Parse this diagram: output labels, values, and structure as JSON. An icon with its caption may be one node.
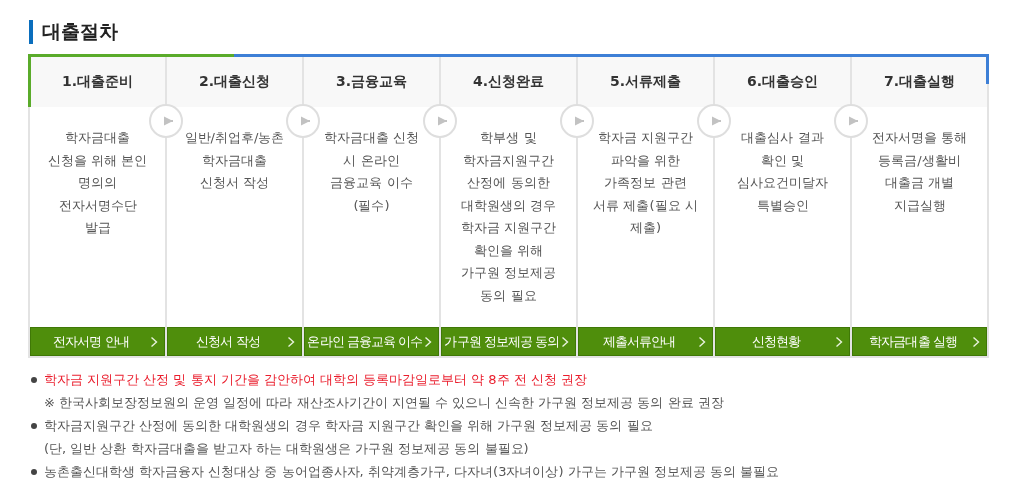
{
  "diagram": {
    "title": "대출절차",
    "nodes": [
      {
        "text": [
          "1.대출준비",
          "학자금대출 신청을 위해 본인 명의의 전자서명수단 발급"
        ]
      },
      {
        "text": [
          "전자서명 안내"
        ],
        "in": 0
      },
      {
        "text": [
          "2.대출신청",
          "일반/취업후/농촌 학자금대출 신청서 작성"
        ]
      },
      {
        "text": [
          "신청서 작성"
        ],
        "in": 2
      },
      {
        "text": [
          "3.금융교육",
          "학자금대출 신청 시 온라인 금융교육 이수 (필수)"
        ]
      },
      {
        "text": [
          "온라인 금융교육 이수"
        ],
        "in": 4
      },
      {
        "text": [
          "4.신청완료",
          "학부생 및 학자금지원구간 산정에 동의한 대학원생의 경우 학자금 지원구간 확인을 위해 가구원 정보제공 동의 필요"
        ]
      },
      {
        "text": [
          "가구원 정보제공 동의"
        ],
        "in": 6
      },
      {
        "text": [
          "5.서류제출",
          "학자금 지원구간 파악을 위한 가족정보 관련 서류 제출(필요 시 제출)"
        ]
      },
      {
        "text": [
          "제출서류안내"
        ],
        "in": 8
      },
      {
        "text": [
          "6.대출승인",
          "대출심사 결과 확인 및 심사요건미달자 특별승인"
        ]
      },
      {
        "text": [
          "신청현황"
        ],
        "in": 10
      },
      {
        "text": [
          "7.대출실행",
          "전자서명을 통해 등록금/생활비 대출금 개별 지급실행"
        ]
      },
      {
        "text": [
          "학자금대출 실행"
        ],
        "in": 12
      }
    ],
    "edges": [
      {
        "from": 0,
        "to": 2,
        "arrow": "to"
      },
      {
        "from": 2,
        "to": 4,
        "arrow": "to"
      },
      {
        "from": 4,
        "to": 6,
        "arrow": "to"
      },
      {
        "from": 6,
        "to": 8,
        "arrow": "to"
      },
      {
        "from": 8,
        "to": 10,
        "arrow": "to"
      },
      {
        "from": 10,
        "to": 12,
        "arrow": "to"
      }
    ],
    "labels": [
      "학자금 지원구간 산정 및 통지 기간을 감안하여 대학의 등록마감일로부터 약 8주 전 신청 권장",
      "※ 한국사회보장정보원의 운영 일정에 따라 재산조사기간이 지연될 수 있으니 신속한 가구원 정보제공 동의 완료 권장",
      "학자금지원구간 산정에 동의한 대학원생의 경우 학자금 지원구간 확인을 위해 가구원 정보제공 동의 필요",
      "(단, 일반 상환 학자금대출을 받고자 하는 대학원생은 가구원 정보제공 동의 불필요)",
      "농촌출신대학생 학자금융자 신청대상 중 농어업종사자, 취약계층가구, 다자녀(3자녀이상) 가구는 가구원 정보제공 동의 불필요"
    ]
  }
}
